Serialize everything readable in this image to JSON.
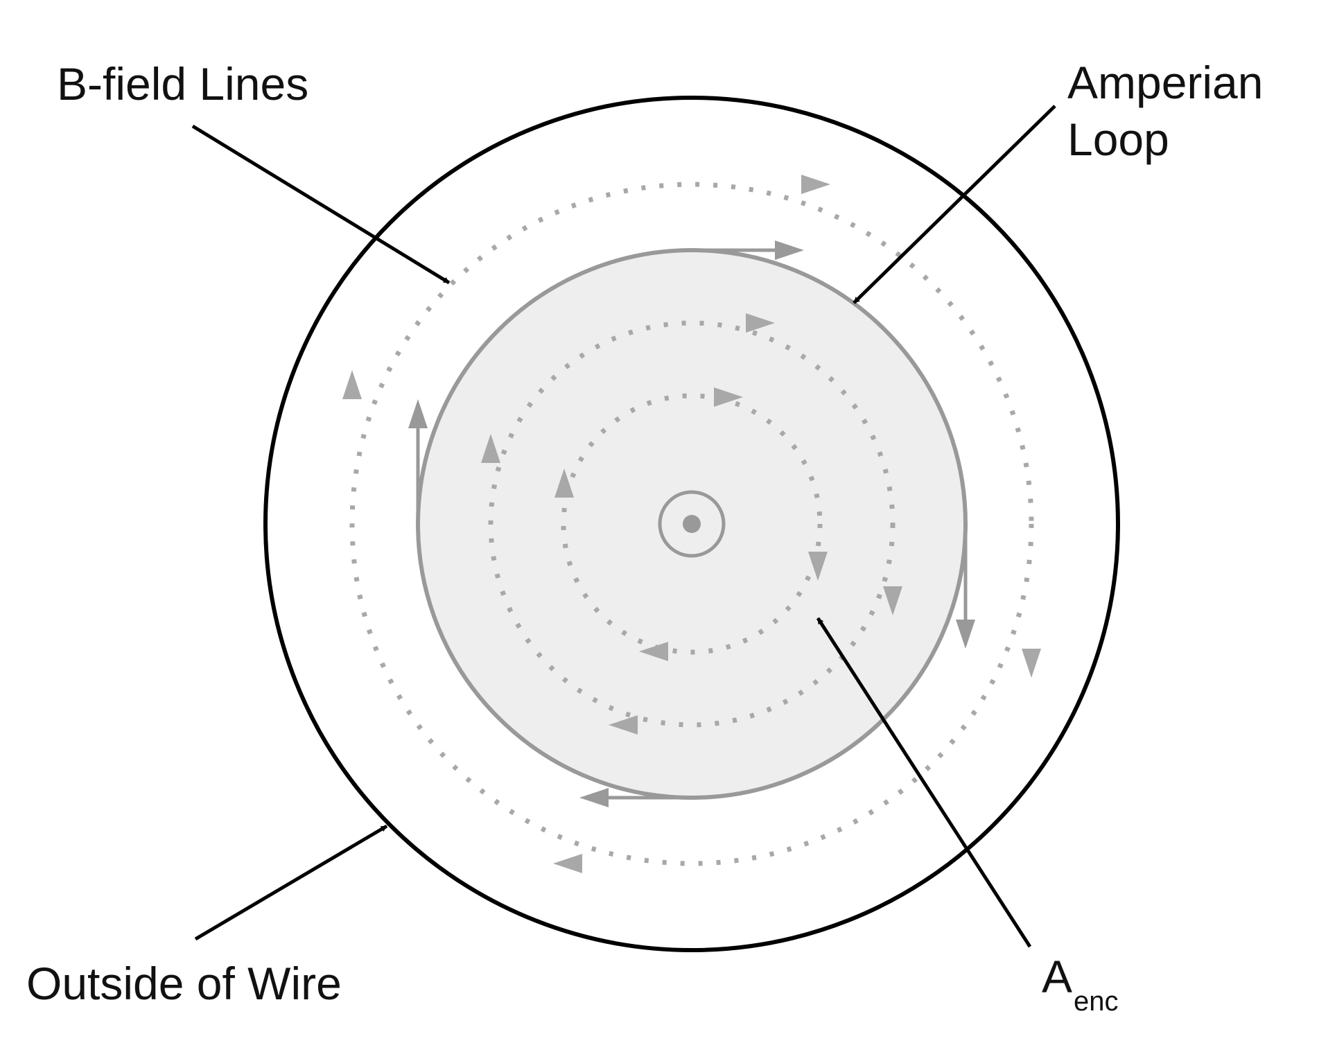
{
  "labels": {
    "b_field_lines": "B-field Lines",
    "amperian_loop": [
      "Amperian",
      "Loop"
    ],
    "outside_of_wire": "Outside of Wire",
    "area_enclosed": {
      "main": "A",
      "sub": "enc"
    }
  },
  "colors": {
    "outline": "#000000",
    "field_line": "#a8a8a8",
    "field_arrow": "#9e9e9e",
    "loop_stroke": "#999999",
    "loop_fill": "#eeeeee",
    "text": "#111111"
  },
  "symbols": {
    "current_direction": "out-of-page-dot"
  }
}
